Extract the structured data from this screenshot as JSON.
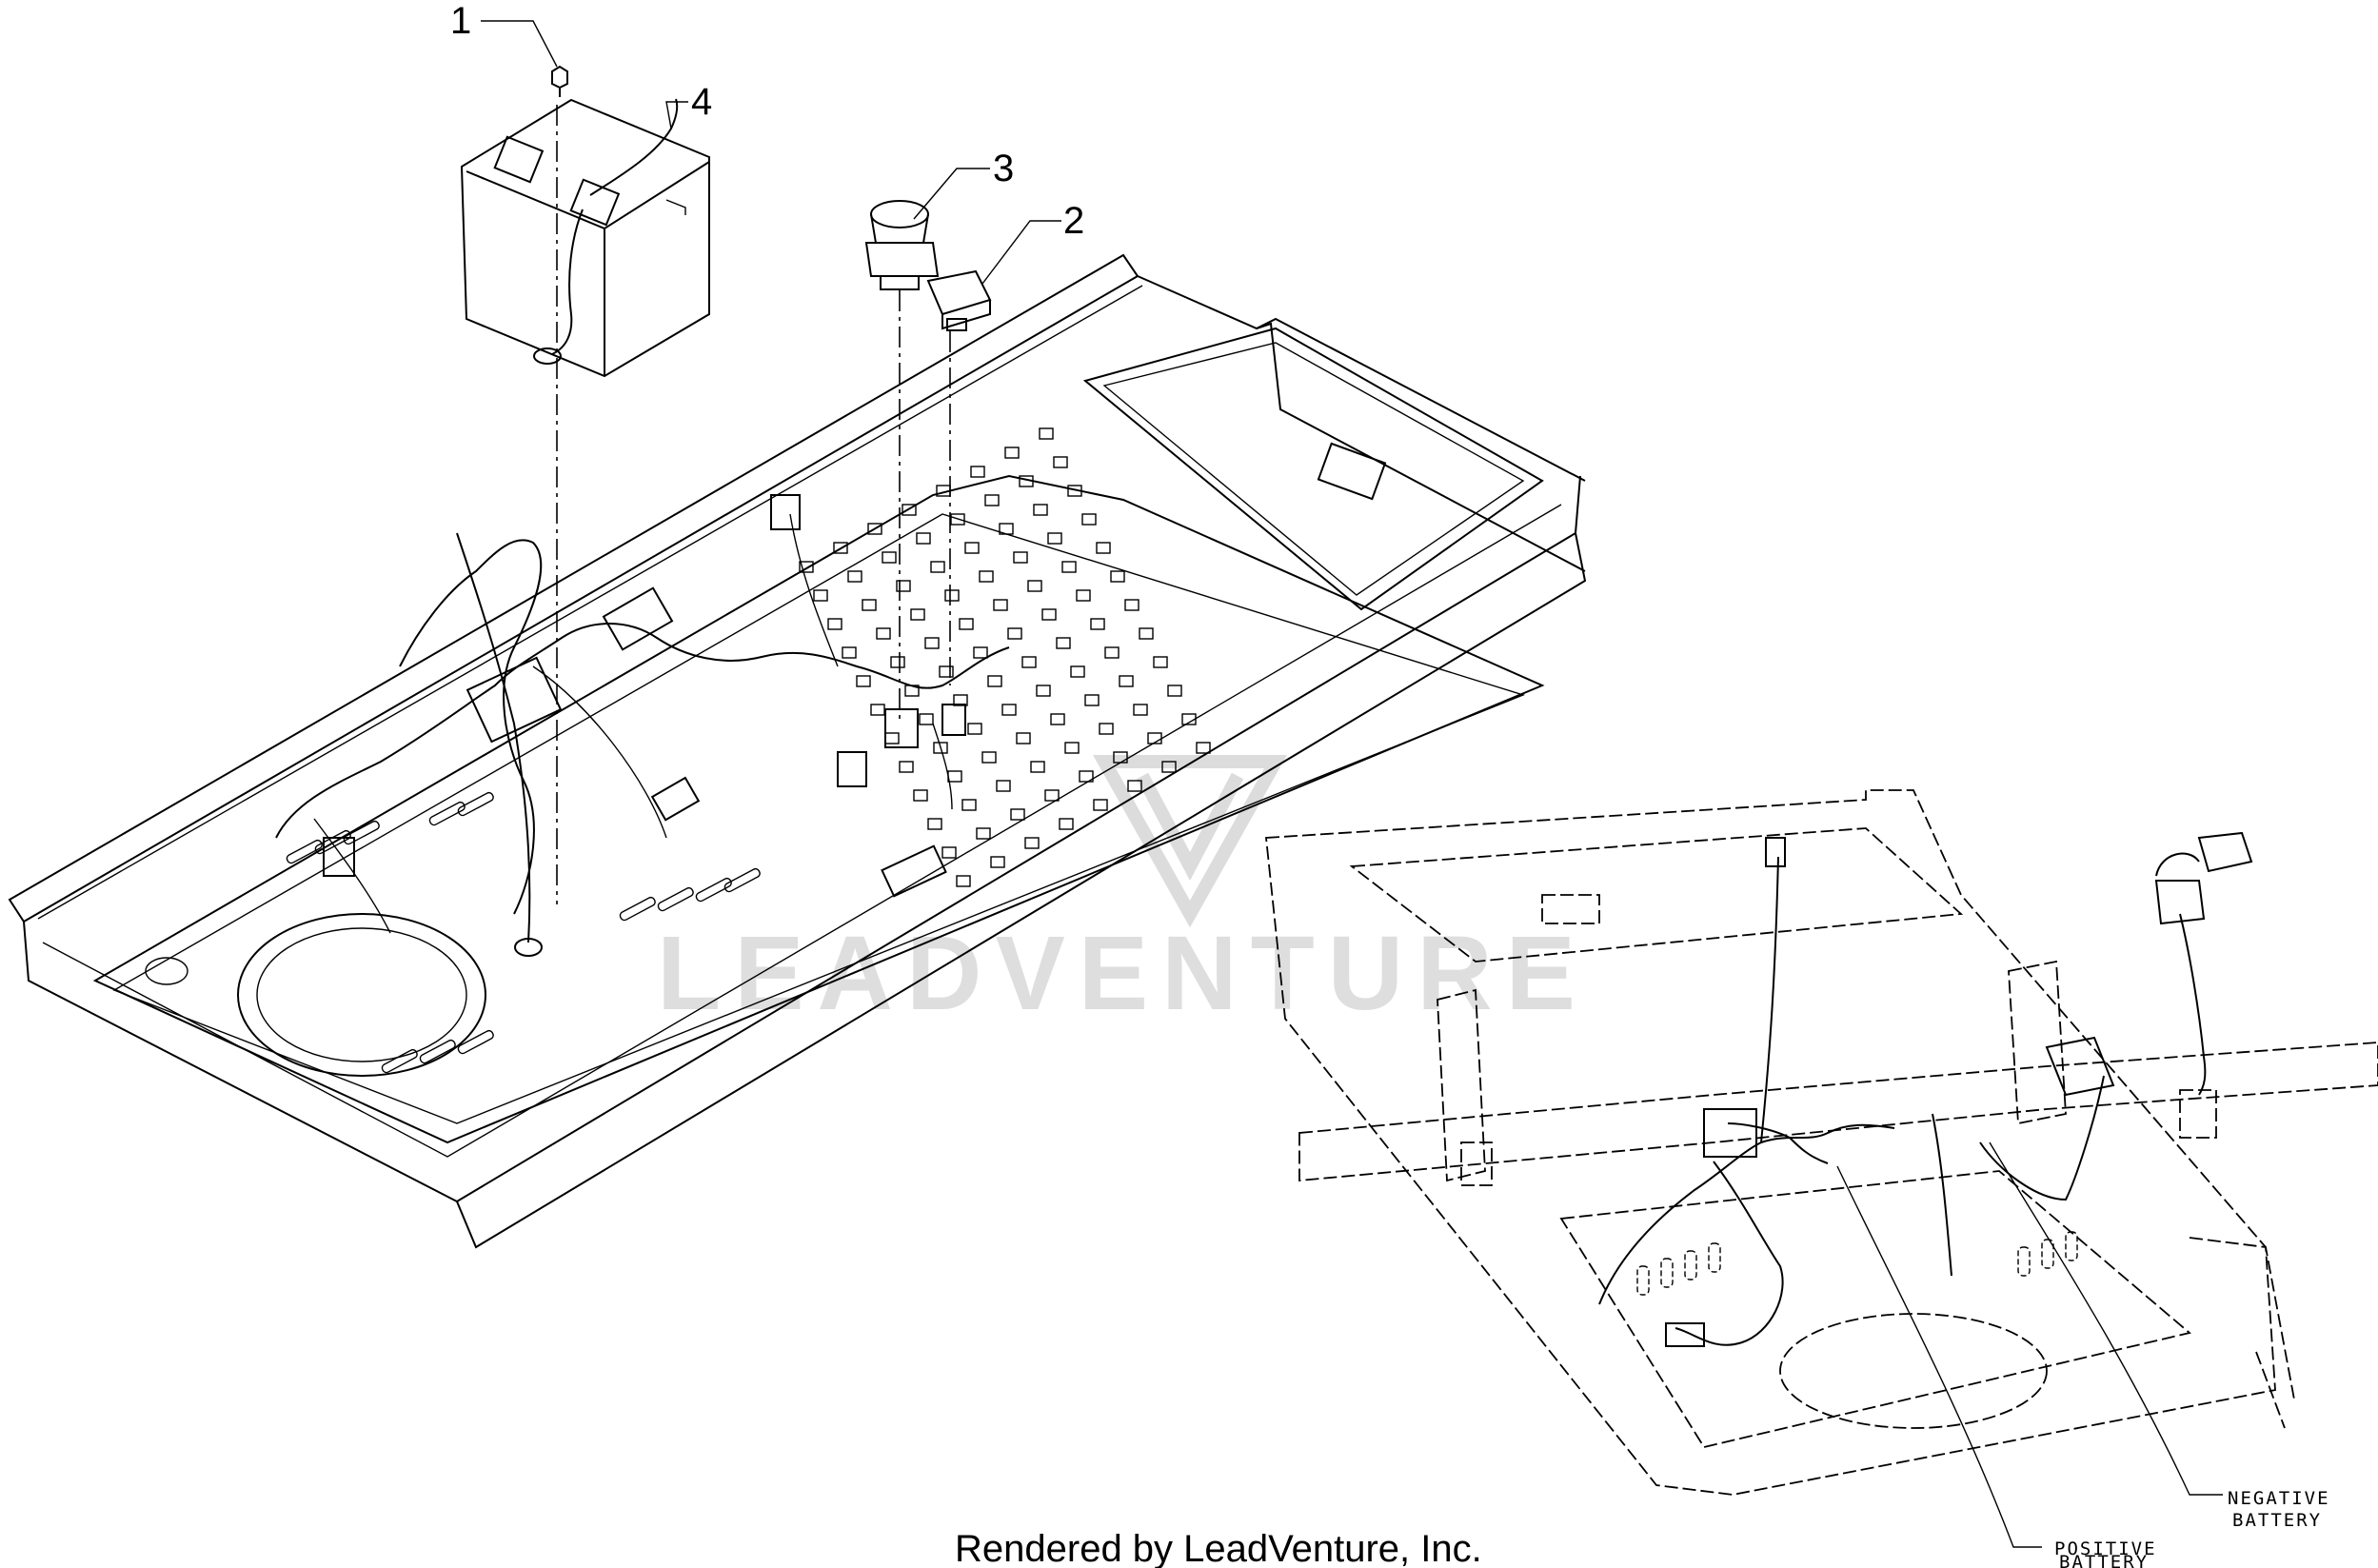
{
  "callouts": [
    "1",
    "2",
    "3",
    "4"
  ],
  "labels": {
    "negative": [
      "NEGATIVE",
      "BATTERY"
    ],
    "positive": [
      "POSITIVE",
      "BATTERY"
    ]
  },
  "watermark": "LEADVENTURE",
  "footer": "Rendered by LeadVenture, Inc."
}
